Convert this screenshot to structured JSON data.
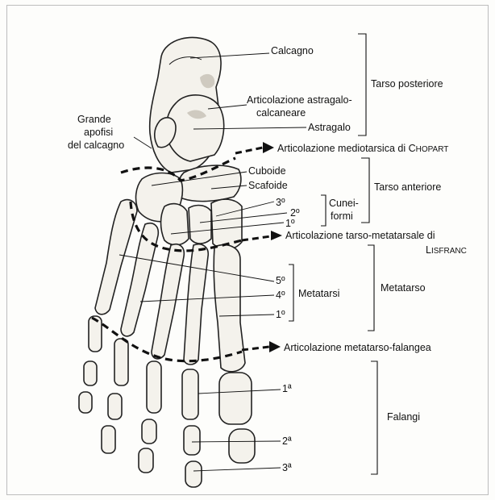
{
  "labels": {
    "calcagno": "Calcagno",
    "artic_astragalo_line1": "Articolazione astragalo-",
    "artic_astragalo_line2": "calcaneare",
    "astragalo": "Astragalo",
    "grande_line1": "Grande",
    "grande_line2": "apofisi",
    "grande_line3": "del calcagno",
    "chopart_main": "Articolazione mediotarsica di C",
    "chopart_rest": "HOPART",
    "cuboide": "Cuboide",
    "scafoide": "Scafoide",
    "cunei_3": "3º",
    "cunei_2": "2º",
    "cunei_1": "1º",
    "cuneiformi_line1": "Cunei-",
    "cuneiformi_line2": "formi",
    "lisfranc_main": "Articolazione tarso-metatarsale di",
    "lisfranc_L": "L",
    "lisfranc_rest": "ISFRANC",
    "meta_5": "5º",
    "meta_4": "4º",
    "meta_1": "1º",
    "metatarsi": "Metatarsi",
    "metatarso_falangea": "Articolazione metatarso-falangea",
    "fal_1": "1ª",
    "fal_2": "2ª",
    "fal_3": "3ª"
  },
  "groups": {
    "tarso_posteriore": "Tarso posteriore",
    "tarso_anteriore": "Tarso anteriore",
    "metatarso": "Metatarso",
    "falangi": "Falangi"
  },
  "colors": {
    "ink": "#111111",
    "bone": "#f4f2ec",
    "shade": "#cfcac0"
  }
}
